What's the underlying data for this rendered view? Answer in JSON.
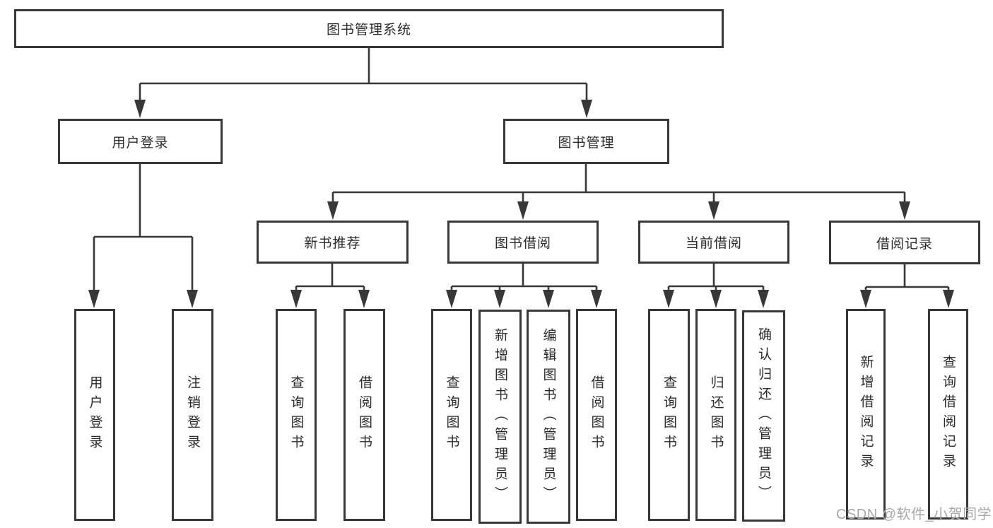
{
  "nodes": {
    "root": "图书管理系统",
    "user_login": "用户登录",
    "book_mgmt": "图书管理",
    "new_books": "新书推荐",
    "borrowing": "图书借阅",
    "current": "当前借阅",
    "records": "借阅记录",
    "leaf_user_login": "用户登录",
    "leaf_logout": "注销登录",
    "leaf_query_1": "查询图书",
    "leaf_borrow_1": "借阅图书",
    "leaf_query_2": "查询图书",
    "leaf_add_book": "新增图书（管理员）",
    "leaf_edit_book": "编辑图书（管理员）",
    "leaf_borrow_2": "借阅图书",
    "leaf_query_3": "查询图书",
    "leaf_return": "归还图书",
    "leaf_confirm_return": "确认归还（管理员）",
    "leaf_add_record": "新增借阅记录",
    "leaf_query_record": "查询借阅记录"
  },
  "watermark": "CSDN @软件_小贺同学",
  "colors": {
    "line": "#383838",
    "text": "#2b2b2b",
    "watermark": "#a8a8a8",
    "bg": "#ffffff"
  }
}
